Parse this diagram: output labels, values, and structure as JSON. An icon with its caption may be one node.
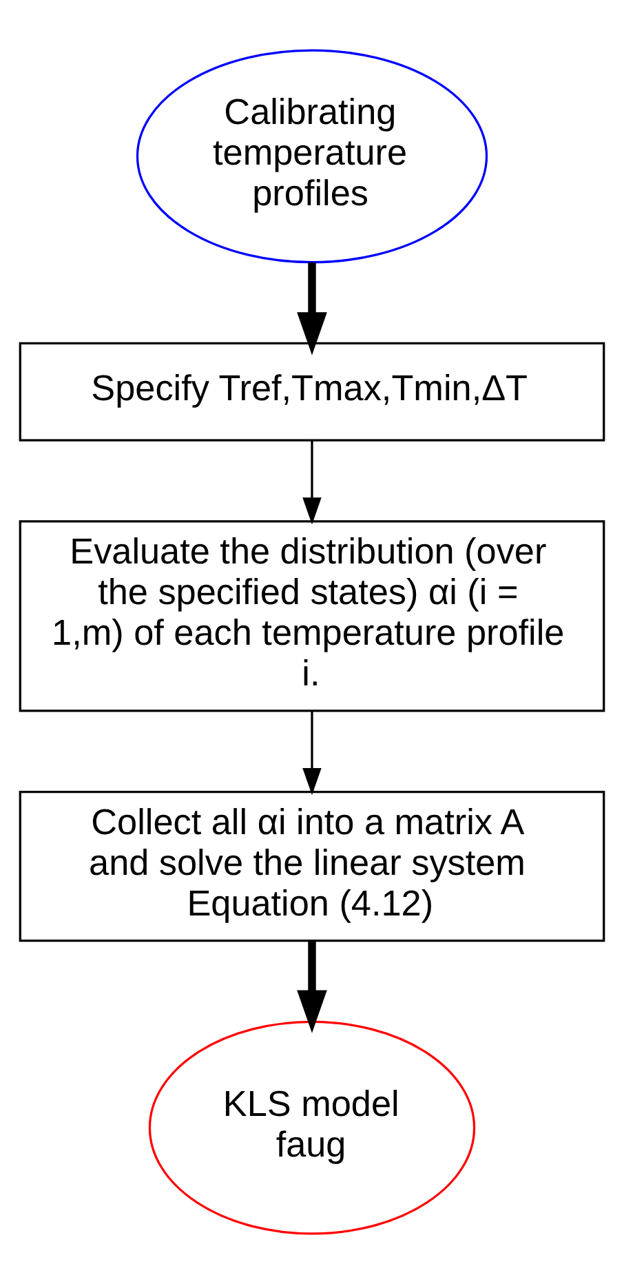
{
  "diagram": {
    "nodes": [
      {
        "text": [
          "Calibrating temperature profiles"
        ]
      },
      {
        "text": [
          "Specify Tref,Tmax,Tmin,ΔT"
        ]
      },
      {
        "text": [
          "Evaluate the distribution (over the specified states) αi (i = 1,m) of each temperature profile i."
        ]
      },
      {
        "text": [
          "Collect all αi into a matrix A and solve the linear system Equation (4.12)"
        ]
      },
      {
        "text": [
          "KLS model",
          "faug"
        ]
      }
    ],
    "edges": [
      {
        "from": 0,
        "to": 1,
        "arrow": "to",
        "style": "thick"
      },
      {
        "from": 1,
        "to": 2,
        "arrow": "to"
      },
      {
        "from": 2,
        "to": 3,
        "arrow": "to"
      },
      {
        "from": 3,
        "to": 4,
        "arrow": "to",
        "style": "thick"
      }
    ]
  }
}
